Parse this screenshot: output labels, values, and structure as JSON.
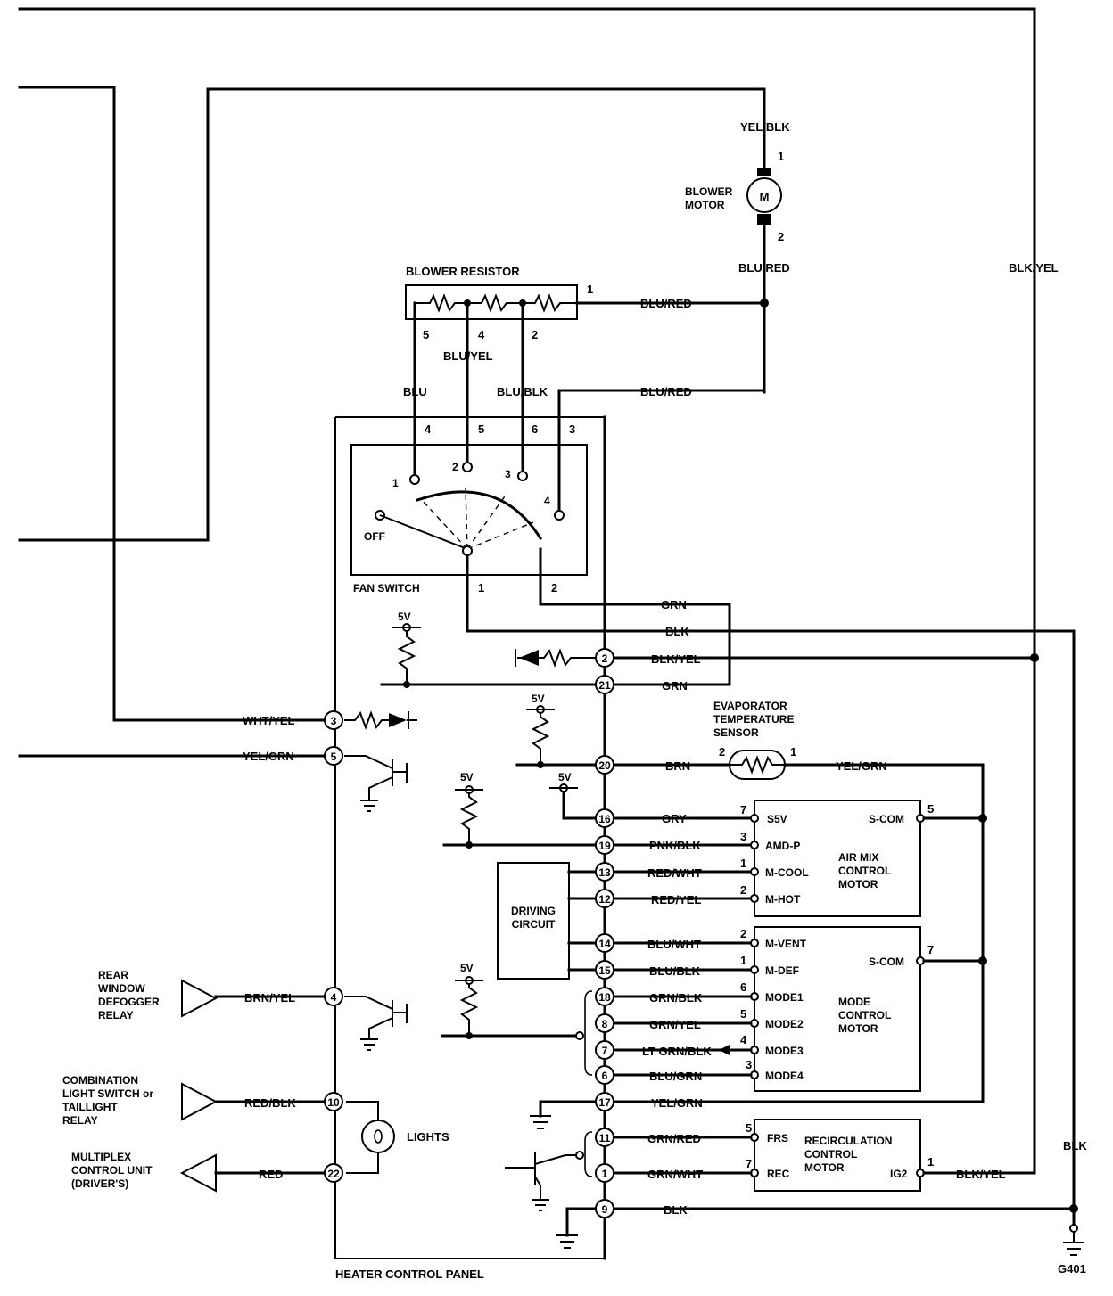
{
  "components": {
    "blower_motor": "BLOWER\nMOTOR",
    "motor_symbol": "M",
    "blower_resistor": "BLOWER RESISTOR",
    "fan_switch": "FAN SWITCH",
    "switch_off": "OFF",
    "evap_sensor": "EVAPORATOR\nTEMPERATURE\nSENSOR",
    "air_mix_motor": "AIR MIX\nCONTROL\nMOTOR",
    "mode_motor": "MODE\nCONTROL\nMOTOR",
    "recirc_motor": "RECIRCULATION\nCONTROL\nMOTOR",
    "driving_circuit": "DRIVING\nCIRCUIT",
    "heater_panel": "HEATER CONTROL PANEL",
    "rear_defogger": "REAR\nWINDOW\nDEFOGGER\nRELAY",
    "combo_switch": "COMBINATION\nLIGHT SWITCH or\nTAILLIGHT\nRELAY",
    "mux_unit": "MULTIPLEX\nCONTROL UNIT\n(DRIVER'S)",
    "lights": "LIGHTS",
    "ground": "G401"
  },
  "wires": {
    "yel_blk": "YEL/BLK",
    "blu_red": "BLU/RED",
    "blk_yel": "BLK/YEL",
    "blu_yel": "BLU/YEL",
    "blu": "BLU",
    "blu_blk": "BLU/BLK",
    "grn": "GRN",
    "blk": "BLK",
    "wht_yel": "WHT/YEL",
    "yel_grn": "YEL/GRN",
    "brn": "BRN",
    "gry": "GRY",
    "pnk_blk": "PNK/BLK",
    "red_wht": "RED/WHT",
    "red_yel": "RED/YEL",
    "blu_wht": "BLU/WHT",
    "grn_blk": "GRN/BLK",
    "grn_yel": "GRN/YEL",
    "lt_grn_blk": "LT GRN/BLK",
    "blu_grn": "BLU/GRN",
    "brn_yel": "BRN/YEL",
    "red_blk": "RED/BLK",
    "red": "RED",
    "grn_red": "GRN/RED",
    "grn_wht": "GRN/WHT"
  },
  "motor_pins": {
    "s5v": "S5V",
    "amd_p": "AMD-P",
    "m_cool": "M-COOL",
    "m_hot": "M-HOT",
    "s_com": "S-COM",
    "m_vent": "M-VENT",
    "m_def": "M-DEF",
    "mode1": "MODE1",
    "mode2": "MODE2",
    "mode3": "MODE3",
    "mode4": "MODE4",
    "frs": "FRS",
    "rec": "REC",
    "ig2": "IG2"
  },
  "five_volt": "5V"
}
